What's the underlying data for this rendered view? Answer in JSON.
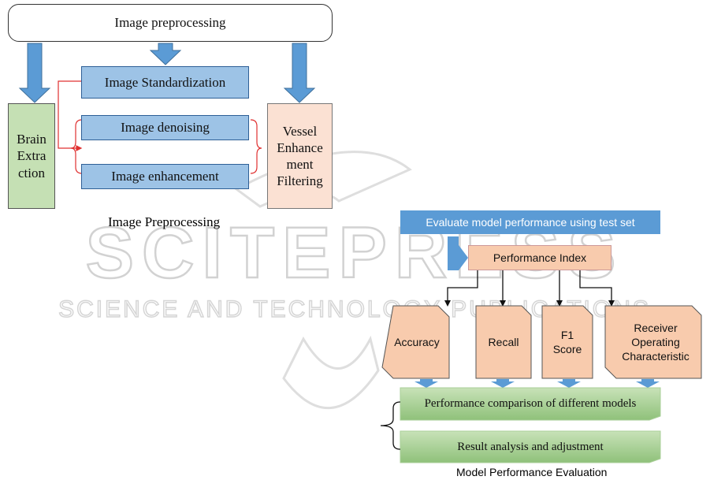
{
  "preprocessing": {
    "title": "Image preprocessing",
    "standardization": "Image Standardization",
    "denoising": "Image denoising",
    "enhancement": "Image enhancement",
    "brain_extraction": "Brain Extra ction",
    "vessel_filtering": "Vessel Enhance ment Filtering",
    "caption": "Image Preprocessing"
  },
  "evaluation": {
    "header": "Evaluate model performance using test set",
    "performance_index": "Performance Index",
    "metrics": [
      "Accuracy",
      "Recall",
      "F1 Score",
      "Receiver Operating Characteristic"
    ],
    "comparison": "Performance comparison of different models",
    "analysis": "Result analysis and adjustment",
    "caption": "Model Performance Evaluation"
  },
  "watermark": {
    "main": "SCITEPRESS",
    "sub": "SCIENCE AND TECHNOLOGY PUBLICATIONS"
  },
  "colors": {
    "arrow_blue": "#5b9bd5",
    "box_blue": "#9dc3e6",
    "box_green": "#c5e0b4",
    "box_peach": "#fbe1d3",
    "metric_peach": "#f8cbad",
    "bracket_red": "#e03030"
  }
}
